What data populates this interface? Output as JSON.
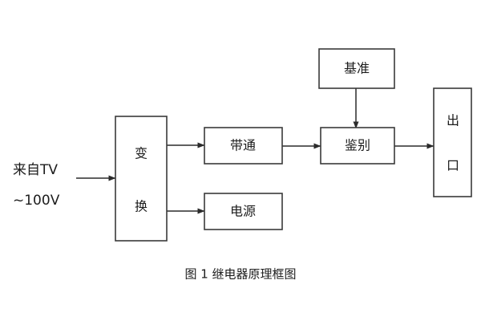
{
  "figure": {
    "caption": "图 1 继电器原理框图",
    "background_color": "#ffffff",
    "line_color": "#2b2b2b",
    "box_stroke_color": "#3a3a3a",
    "box_fill_color": "#ffffff",
    "text_color": "#1c1c1c"
  },
  "input": {
    "line1": "来自TV",
    "line2": "~100V"
  },
  "blocks": {
    "transform": {
      "label_line1": "变",
      "label_line2": "换"
    },
    "bandpass": {
      "label": "带通"
    },
    "power": {
      "label": "电源"
    },
    "reference": {
      "label": "基准"
    },
    "discriminator": {
      "label": "鉴别"
    },
    "output": {
      "label_line1": "出",
      "label_line2": "口"
    }
  },
  "connections": [
    {
      "name": "input-to-transform",
      "from": "来自TV ~100V",
      "to": "变换"
    },
    {
      "name": "transform-to-bandpass",
      "from": "变换",
      "to": "带通"
    },
    {
      "name": "transform-to-power",
      "from": "变换",
      "to": "电源"
    },
    {
      "name": "bandpass-to-discriminator",
      "from": "带通",
      "to": "鉴别"
    },
    {
      "name": "reference-to-discriminator",
      "from": "基准",
      "to": "鉴别"
    },
    {
      "name": "discriminator-to-output",
      "from": "鉴别",
      "to": "出口"
    }
  ]
}
